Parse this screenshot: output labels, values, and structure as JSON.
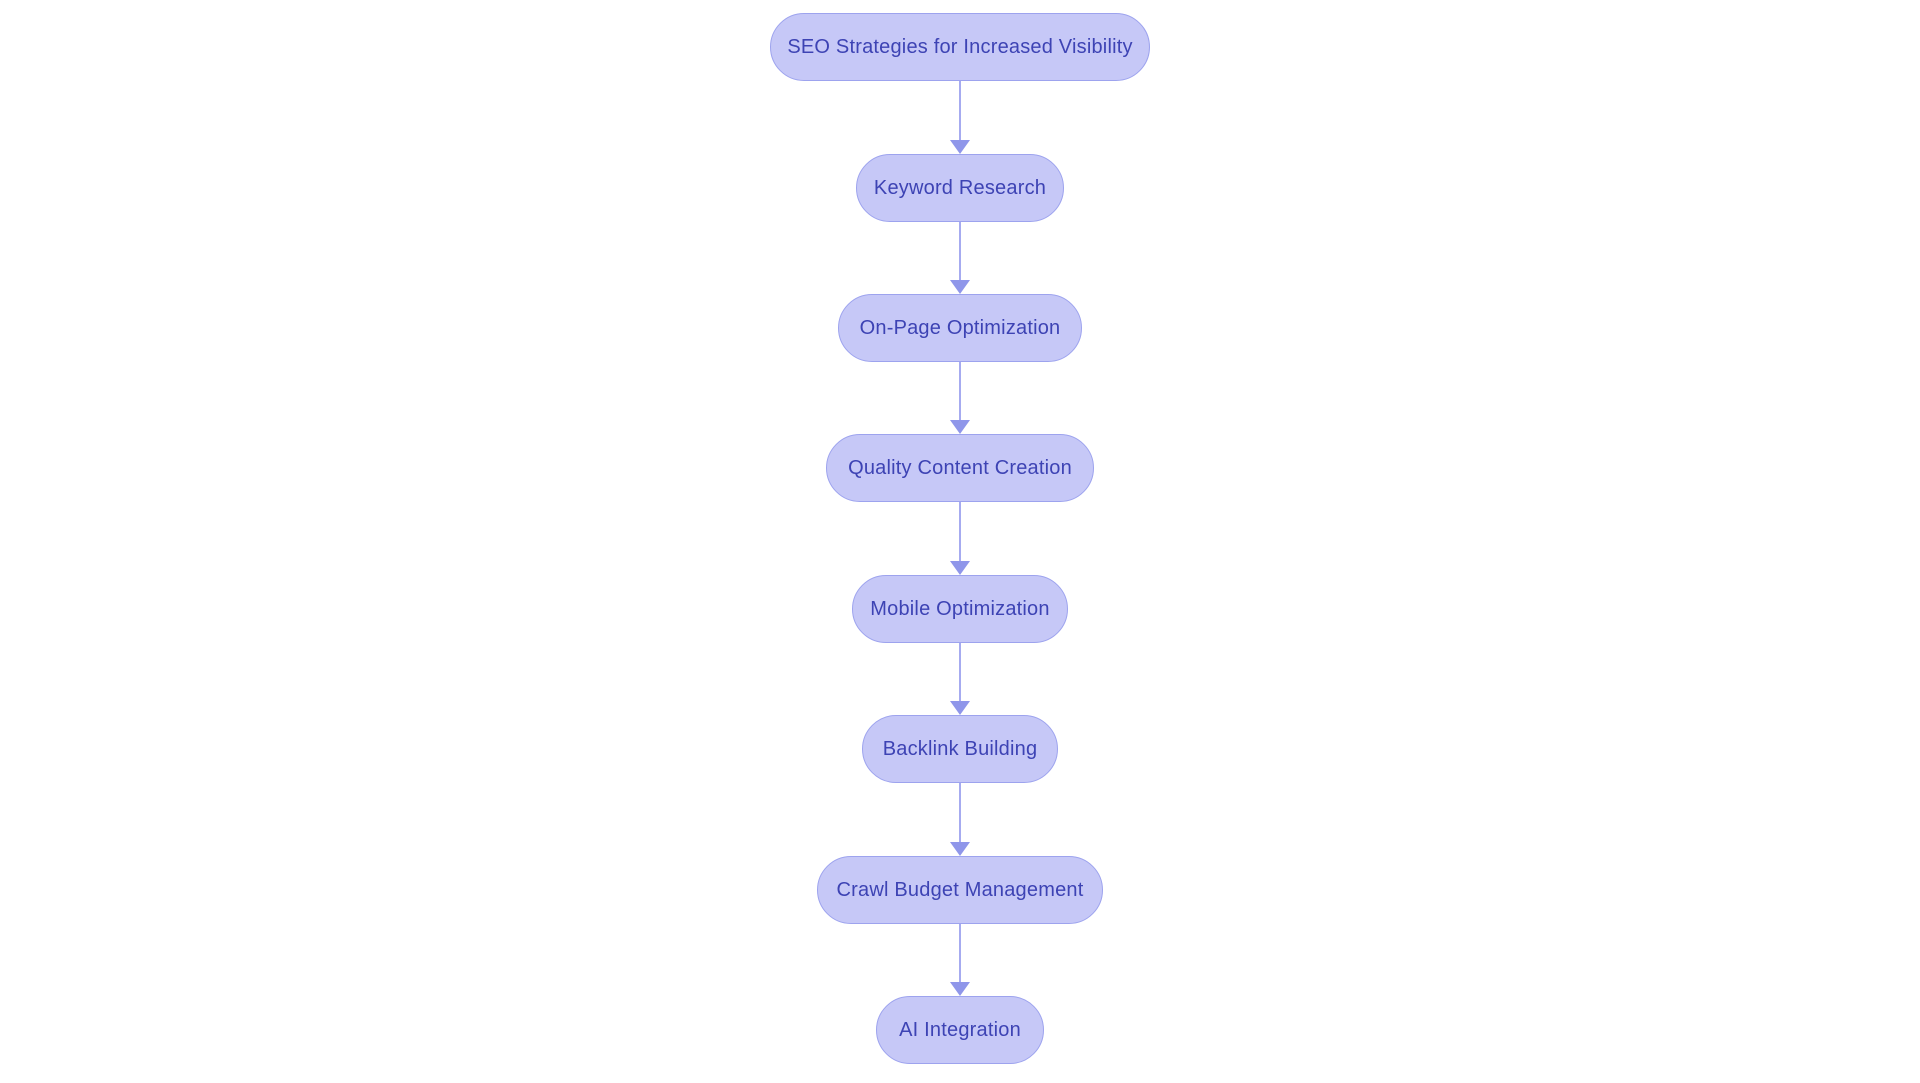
{
  "diagram": {
    "type": "flowchart",
    "direction": "top-down",
    "nodes": [
      {
        "id": "seo-strategies-for-increased-visibility",
        "label": "SEO Strategies for Increased Visibility"
      },
      {
        "id": "keyword-research",
        "label": "Keyword Research"
      },
      {
        "id": "on-page-optimization",
        "label": "On-Page Optimization"
      },
      {
        "id": "quality-content-creation",
        "label": "Quality Content Creation"
      },
      {
        "id": "mobile-optimization",
        "label": "Mobile Optimization"
      },
      {
        "id": "backlink-building",
        "label": "Backlink Building"
      },
      {
        "id": "crawl-budget-management",
        "label": "Crawl Budget Management"
      },
      {
        "id": "ai-integration",
        "label": "AI Integration"
      }
    ],
    "edges": [
      {
        "from": "seo-strategies-for-increased-visibility",
        "to": "keyword-research"
      },
      {
        "from": "keyword-research",
        "to": "on-page-optimization"
      },
      {
        "from": "on-page-optimization",
        "to": "quality-content-creation"
      },
      {
        "from": "quality-content-creation",
        "to": "mobile-optimization"
      },
      {
        "from": "mobile-optimization",
        "to": "backlink-building"
      },
      {
        "from": "backlink-building",
        "to": "crawl-budget-management"
      },
      {
        "from": "crawl-budget-management",
        "to": "ai-integration"
      }
    ]
  },
  "colors": {
    "background": "#ffffff",
    "node_fill": "#c6c8f7",
    "node_border": "#9da3ee",
    "node_text": "#3d43b4",
    "arrow_line": "#a6abf0",
    "arrow_head": "#8f96ea"
  }
}
